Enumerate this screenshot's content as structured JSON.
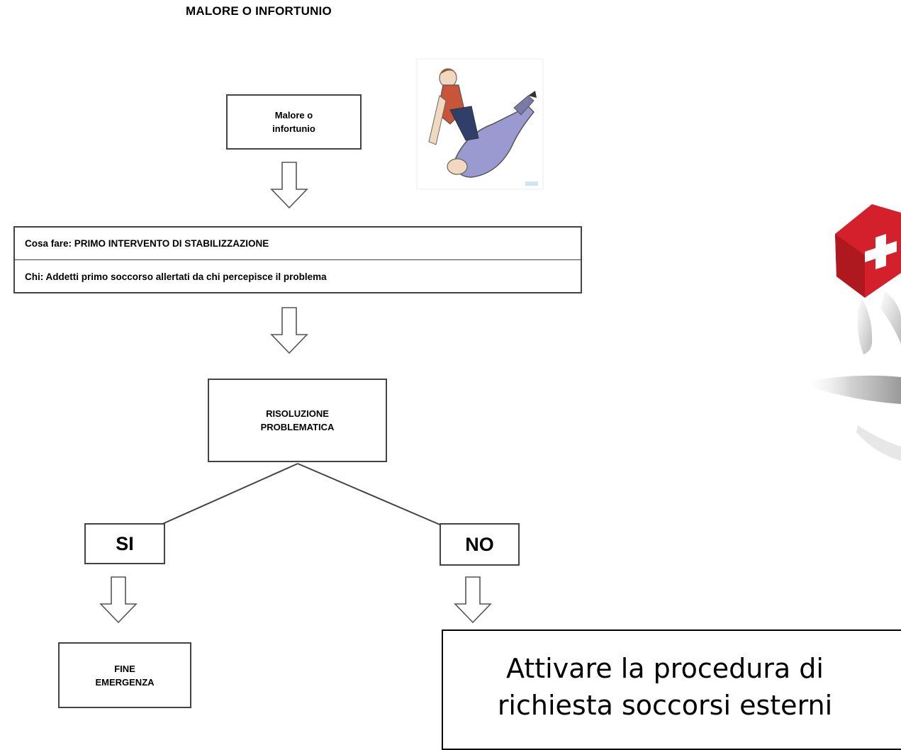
{
  "title": "MALORE O INFORTUNIO",
  "flow": {
    "start": "Malore o\ninfortunio",
    "action_what": "Cosa fare: PRIMO INTERVENTO DI STABILIZZAZIONE",
    "action_who": "Chi: Addetti primo soccorso allertati da chi percepisce il problema",
    "decision": "RISOLUZIONE\nPROBLEMATICA",
    "yes": "SI",
    "no": "NO",
    "end": "FINE\nEMERGENZA",
    "external": "Attivare la procedura di\nrichiesta soccorsi esterni"
  },
  "colors": {
    "line": "#444444",
    "cross_red": "#d3202a",
    "patient_shirt": "#9a9ad0",
    "rescuer_shirt": "#c8553a"
  },
  "icons": [
    "cpr-first-aid-illustration",
    "swiss-cross-first-aid-icon"
  ]
}
